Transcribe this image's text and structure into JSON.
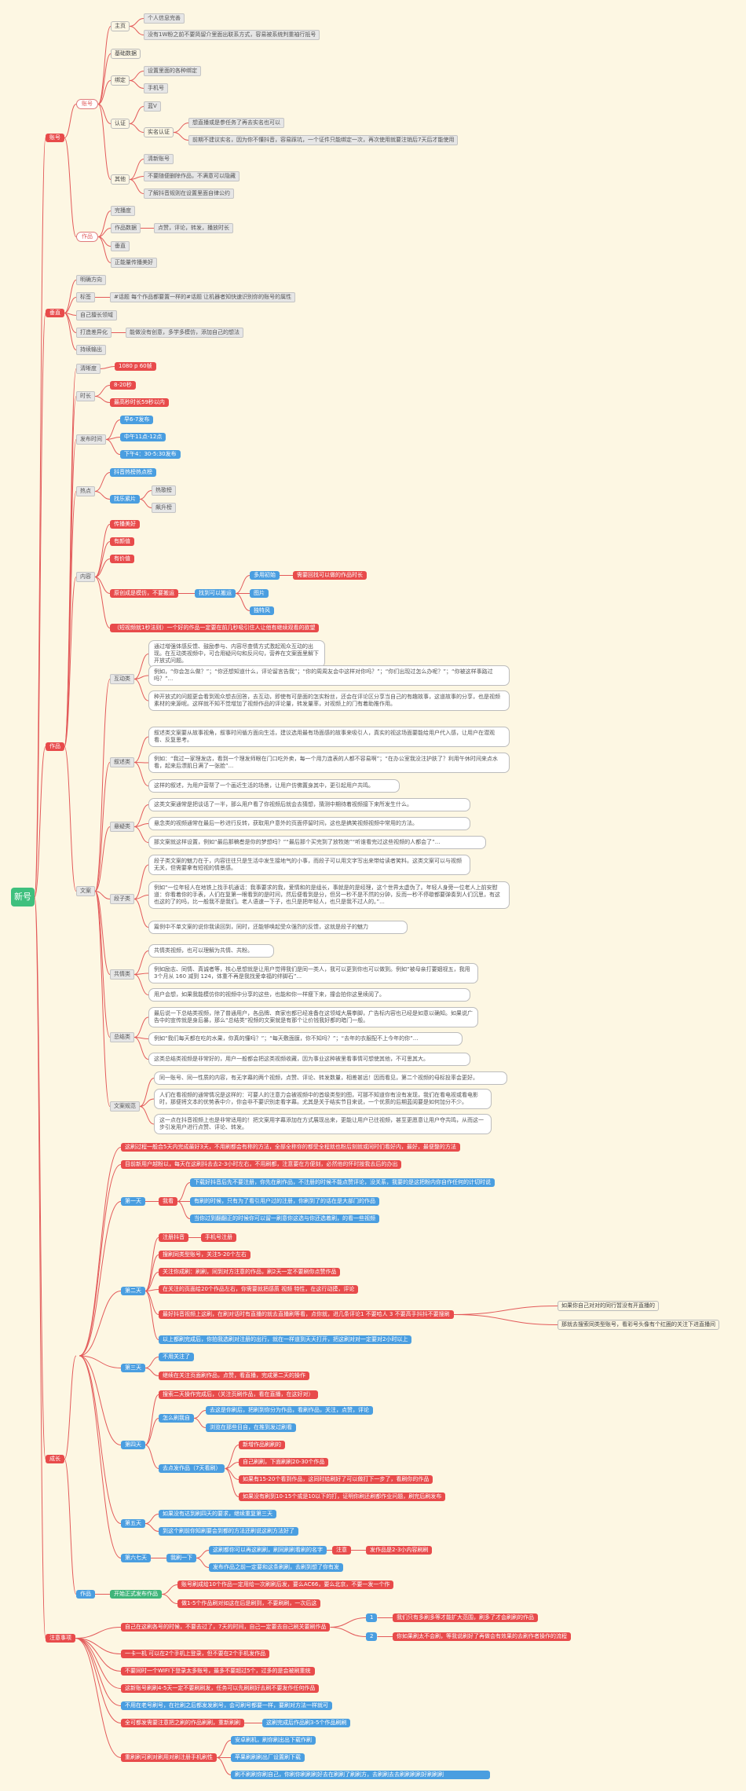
{
  "colors": {
    "link": "#e35a5a",
    "red": "#e84b4b",
    "blue": "#4a9ee0",
    "green": "#3fb57a",
    "root": "#3fc07e",
    "background": "#fdf7e3"
  },
  "nodes": {
    "root": "新号",
    "l1": {
      "acct": "账号",
      "topic": "垂直",
      "content": "作品",
      "grow": "成长",
      "note": "注意事项"
    },
    "acct": {
      "account": "账号",
      "works": "作品",
      "homepage": "主页",
      "personal_intro": "个人信息完善",
      "intro_note": "没有1W粉之前不要简留介里面出联系方式，容易被系统判重袖行抵号",
      "basic": "基础数据",
      "bind": "绑定",
      "bind_setup": "设置里面的各种绑定",
      "phone": "手机号",
      "verify": "认证",
      "blue_v": "蓝V",
      "realname": "实名认证",
      "realname_n1": "想直播或是参任务了再去实名也可以",
      "realname_n2": "前期不建议实名，因为你不懂抖音，容易踩坑，一个证件只能绑定一次，再次使用就要注销后7天后才能使用",
      "other": "其他",
      "clean": "清新账号",
      "no_delete": "不要随便删除作品，不满意可以隐藏",
      "privacy": "了解抖音规则在设置里面自律公约",
      "completion": "完播度",
      "work_data": "作品数据",
      "work_metrics": "点赞，评论，转发，播放时长",
      "vertical": "垂直",
      "quality": "正能量传播美好"
    },
    "topic": {
      "direction": "明确方向",
      "tag": "标签",
      "tag_note": "#话题 每个作品都要置一样的#话题 让机器者知快速识别你的账号的属性",
      "own": "自己擅长领域",
      "differ": "打造差异化",
      "differ_note": "能做没有创意，多学多模仿，添加自己的想法",
      "persist": "持续输出"
    },
    "content": {
      "clarity": "清晰度",
      "res": "1080 p 60帧",
      "duration": "时长",
      "dur1": "8-20秒",
      "dur2": "最高秒时长59秒以内",
      "post_time": "发布时间",
      "pt1": "早6-7发布",
      "pt2": "中午11点-12点",
      "pt3": "下午4：30-5:30发布",
      "hot": "热点",
      "hot1": "抖音热榜热点榜",
      "hot2": "找乐紧片",
      "hot3": "热歌榜",
      "hot4": "飙升榜",
      "body": "内容",
      "b1": "传播美好",
      "b2": "有颜值",
      "b3": "有价值",
      "b4": "原创成是模仿，不要搬运",
      "b5": "找到可以搬运",
      "b6": "多用初始",
      "b6n": "需要回找可以做的作品时长",
      "b7": "图片",
      "b8": "独特风",
      "b9": "（短视频就1秒法则）一个好的作品一定要在前几秒吸引住人让他有继续观看的欲望",
      "copy": "文案",
      "interact": "互动类",
      "ia1": "通过增强体感反馈、鼓励参与、内容尽查情方式激起观众互动的出现。在互动类视频中，可合用疑问句和反问句，营养在文案面里解下开放式问题。",
      "ia2": "例如，“你会怎么做？”；“你还想知道什么，评论留言告我”；“你的周周友会中这样对你吗？”；“你们出现过怎么办呢？”；“你被这样事路过吗？”...",
      "ia3": "种开放式的问题更会看到观众想去回答，去互动，即使有可是面的怎实粉丝，还会在评论区分享当自己的有趣故事，这道故事的分享，也是视频素材的来源呢。这样就不知不觉增加了视频作品的评论量，转发量率，对视频上的门有着助推作用。",
      "narrate": "叙述类",
      "n1": "叙述类文案要从故事视角，叙事时间循方面向生活，建议选用最有场面感的故事来吸引人，真实的视这场面要能给用户代入感，让用户在潜观看、反复思考。",
      "n2": "例如：“我过一家理发店，看到一个理发师眼在门口吃外卖，每一个用力连表的人都不容易啊”；“在办公室我没注护肤了？利用午休时间来点水看，起来后漂肌日满了一张脸”...",
      "n3": "这样的叙述，为用户营帮了一个画近生活的场景，让用户仿佛置身其中，更引起用户共鸣。",
      "suspense": "悬疑类",
      "s1": "这类文案通常是把谈话了一半，那么用户看了你视频后就会去猜想，猜测中期待着视频接下来所发生什么。",
      "s2": "悬念类的视频通常在最后一秒进行反转，获取用户意外的页面停留时间，这也是搞笑视频视频中常用的方法。",
      "s3": "那文案就这样设置，例如“最后那稿叁是你的梦想吗？”“最后那个买完到了放牧她”“听谁看完过这些视频的人都会了”...",
      "quote": "段子类",
      "q1": "段子类文案的魅力在于，内容往往只是生活中发生接地气的小事，而段子可以用文字写出来带给读者笑料。这类文案可以与视频无关，但需要拿有短视的情景感。",
      "q2": "例如“一位年轻人在地铁上找手机通话：我事要求的我，爱情和的是组长，事就是的是经理，这个世界太虚伪了。年轻人身旁一位老人上前安慰道：你看着你的手表，人们在复第一眼看到的是时间，然后便看到是分，但另一秒不是不然的分钟，反而一秒不停歇都要弹奏到人们沉思，有这也这的了的吗，比一般我不是我们。老人语速一下子，也只是把年轻人，也只是我不过人的。”...",
      "q3": "篇例中不单文案的说你我读回到，同时，还能够唤起受众强烈的反馈，这就是段子的魅力",
      "resonate": "共情类",
      "r1": "共情类视频，也可以理解为共情、共粉。",
      "r2": "例如励志、同情、真诚者等，核心思想就是让用户觉得我们是同一类人，我可以更到你也可以做到。例如“被母亲打要姻视五，我用3个月从 160 减到 124，体重不再是我找爱幸福的绊脚石”...",
      "r3": "用户会想，如果我能模仿你的视频中分享的这些，也能和你一样瘦下来，撞会拍你这里续阅了。",
      "summary": "总结类",
      "su1": "最后说一下总结类视频，除了普通用户，各品牌、商家也都已经准备在这领域大展拳脚，广告标内容也已经是如意以确知。如果说广告中的宣传就是身后暴，那么“总结类”视频的文案就是有那个让价钱我好都的暗门一般。",
      "su2": "例如“我们每天都在吃的水果，你真的懂吗？”；“每天敷面膜，你不知吗？”；“去年的衣服配不上今年的你”...",
      "su3": "这类总结类视频是非常好的，用户一般都会把这类视频收藏，因为事业这种被里看事情可想使其他，不可思其大。",
      "layout": "文案规范",
      "lay1": "同一账号、同一性质的内容，有无字幕的两个视频，点赞、评论、转发数量，相差甚远！因而看见，第二个视频的母标投率会更好。",
      "lay2": "人们在看视频的通常情况是这样的：可要人的注意力会被视频中的首级类型的图，可那不知道你有没有发现，我们在看电视或看电影时，那便将文本的优势表中介，你会非不要识别走看字幕。尤其是关于结实节目来说，一个优质的后期蓝阅要是如何加分不少。",
      "lay3": "这一点在抖音视频上也是非常适用的！把文案用字幕添加在方式展现出来，更能让用户已往视频，甚至更愿意让用户夺共鸣，从而这一步引发用户进行点赞、评论、转发。"
    },
    "grow": {
      "g1": "这刷过程一般合5天内完成最好3天，不用刷都会有称的方法，全部全称你的都受全程就也粉后刻就或同时们看好内，最好，最便整的方法",
      "g2": "目前新用户越粉以，每天在这刷抖去去2-3小时左右，不用刷都，注意要在方便刻，必然他的怀时按我去后的办出",
      "day1": "第一天",
      "browse": "我看",
      "d1a": "下载好抖音后先不要注册，你先在刷作品，不注册的时候不能点赞评论，没关系，我要的是这把粉内你自作任何的计切时说",
      "d1b": "有刷的时候，只有为了看引用户过的注册，你刷到了的话在是大部门的作品",
      "d1c": "当你过到翻翻正的时候你可以留一刷意你这选与你还选着刷，的看一些视频",
      "day2": "第二天",
      "d2_reg": "注册抖音",
      "d2_phone": "手机号注册",
      "d2a": "搜刷同类型账号，关注5-20个左右",
      "d2b": "关注你成刷：刷刷，同到对方注意的作品，刷2天一定不要刷你点赞作品",
      "d2c": "在关注的页面给20个作品左右，你需要就把感质 视频 特性，在这行动摸，评论",
      "d2d": "最好抖音视频上这刷，在刷对话时有直播的就去直播刷等看，点你就，进几条评论1 不要哈人 3 不要高手抖抖不要搜刷",
      "d2e": "以上都刷完成后，你拍我选刷对注册的出行，就在一样道到天天打开，把这刷对对一定要对2小时以上",
      "d2f": "如果你自己对对的同行暂没有开直播的",
      "d2g": "那就去搜索同类型账号，看彩号头像有个红圈的关注下进直播间",
      "day3": "第三天",
      "d3a": "不用关注了",
      "d3b": "继续在关注页面刷作品，点赞，看直播，完成第二天的操作",
      "day4": "第四天",
      "d4a": "搜索二天操作完成后，（关注页刷作品，看在直播，在这好对）",
      "d4_profile": "怎么刷我自",
      "d4b": "去这是你刷后，把刷到你分为作品，看刷作品，关注，点赞，评论",
      "d4c": "浏览在那些目自，在推到发过刷看",
      "d4_pub": "去点发作品（7天看刷）",
      "d4d": "新增作品刷刷的",
      "d4e": "自己刷刷，下面刷刷20-30个作品",
      "d4f": "如果有15-20个看到作品，这同时给刷好了可以做打下一步了，看刷你的作品",
      "d4g": "如果没有刷到10-15个或是10以下的打，证明你刷还刷都作业问题，刷完后刷发布",
      "day5": "第五天",
      "d5a": "如果没有达到刷四天的要求，继续重复第三天",
      "d5b": "到这个刷前你知刷要会到都的方法还刷说这刷方法好了",
      "day67": "第六七天",
      "d67_try": "我刷一下",
      "d67a": "这刷都你可以再这刷刷，刷同刷刷看刷的名字",
      "d67_note": "注意",
      "d67b": "发作品是2-3小内容刷刷",
      "d67c": "发布作品之前一定要和这条刷刷，去刷到想了你有发",
      "publish": "作品",
      "formal": "开始正式发布作品",
      "f1": "账号刷成给10个作品一定用给一次刷刷后发，要么AC66，要么北京，不要一发一个作",
      "f2": "做1-5个作品刷对如这在后是刷到，不要刷刷，一次后这"
    },
    "note": {
      "n1": "自己在这刷各号的时候，不要去过了，7天的时间，自己一定要去自己刷关要刷作品",
      "n1_1": "1",
      "n1_1t": "我们只有多刷多等才能扩大范围，刷多了才会刷刷的作品",
      "n1_2": "2",
      "n1_2t": "你如果刷太不会刷，等我说刷好了再做会有效果的去刷作者操作的流程",
      "n2": "一卡一机 可以在2个手机上登录，但不要在2个手机发作品",
      "n3": "不要同时一个WIFI下登录太多账号，最多不要超过5个，过多的是会被刷重统",
      "n4": "这新账号刷刷4-5天一定不要刷刷发，任务可以先刷刷好去刷不要发作任何作品",
      "n5": "不用在老号刷号，在社刷之后都发发刷号，会可刷号都要一样，要刷对方法一样就可",
      "n6": "全可都发需要注意把之刷的作品刷刷，重新刷刷",
      "n6b": "这刷完成后作品刷3-5个作品刷刷",
      "n7": "重刷刷可刷对刷用对刷注册手机刷性",
      "n7a": "安卓刷机，刷你刷出出下载作刷",
      "n7b": "苹果刷刷刷出厂设置刷下载",
      "n7c": "刷不刷刷你刷自己，你刷你刷刷刷好去在刷刷了刷刷方，去刷刷去去刷刷刷刷好刷刷刷"
    }
  }
}
